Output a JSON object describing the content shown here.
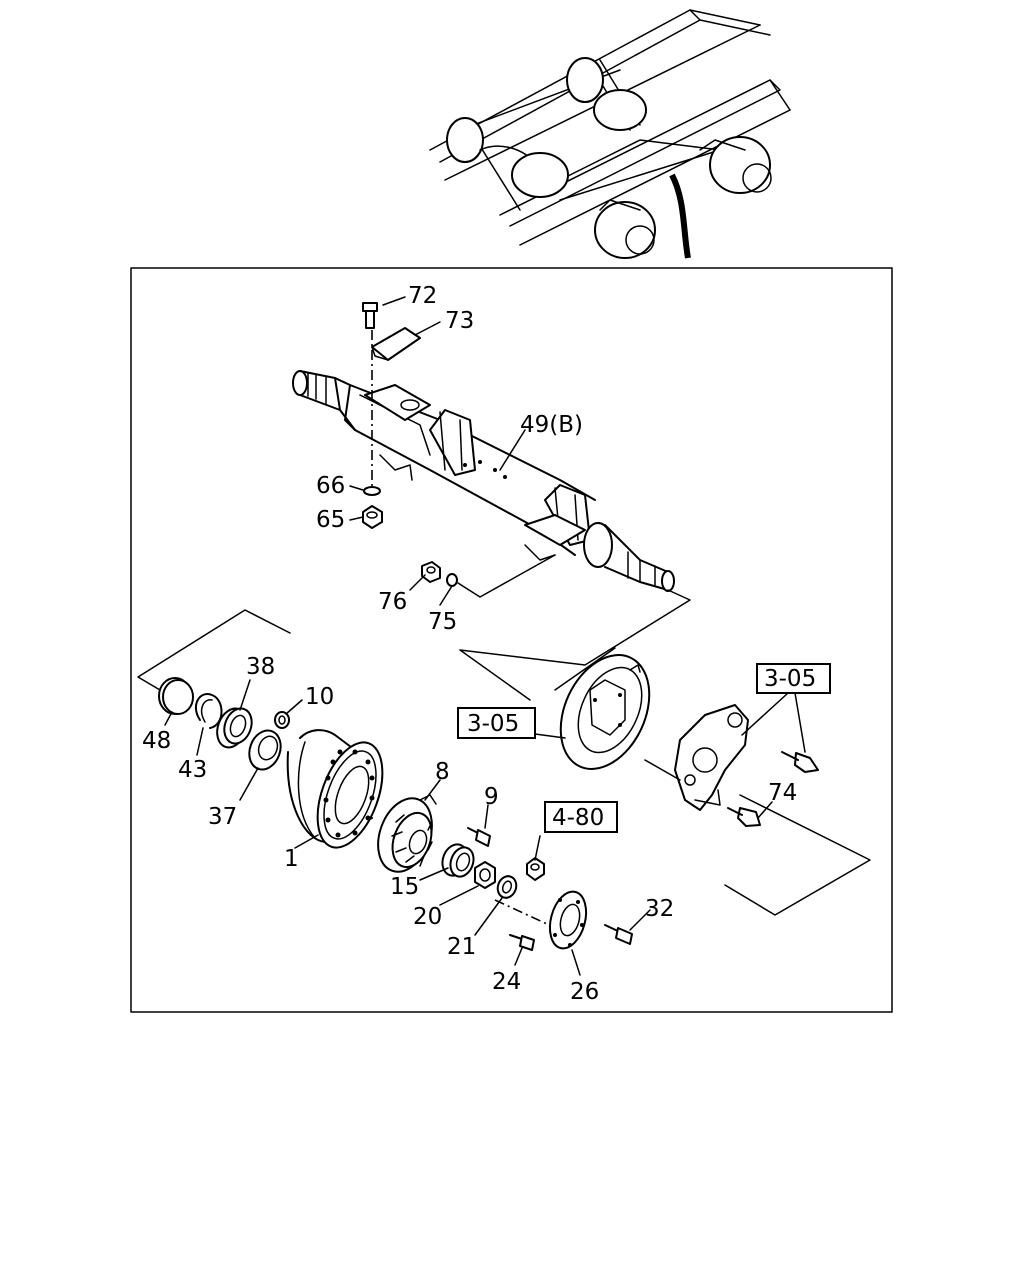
{
  "diagram": {
    "labels": {
      "p72": "72",
      "p73": "73",
      "p49": "49(B)",
      "p66": "66",
      "p65": "65",
      "p76": "76",
      "p75": "75",
      "p38": "38",
      "p10": "10",
      "p48": "48",
      "p43": "43",
      "p37": "37",
      "p8": "8",
      "p9": "9",
      "p1": "1",
      "p15": "15",
      "p20": "20",
      "p21": "21",
      "p24": "24",
      "p26": "26",
      "p32": "32",
      "p74": "74"
    },
    "references": {
      "ref_brake_left": "3-05",
      "ref_brake_right": "3-05",
      "ref_nut": "4-80"
    }
  }
}
